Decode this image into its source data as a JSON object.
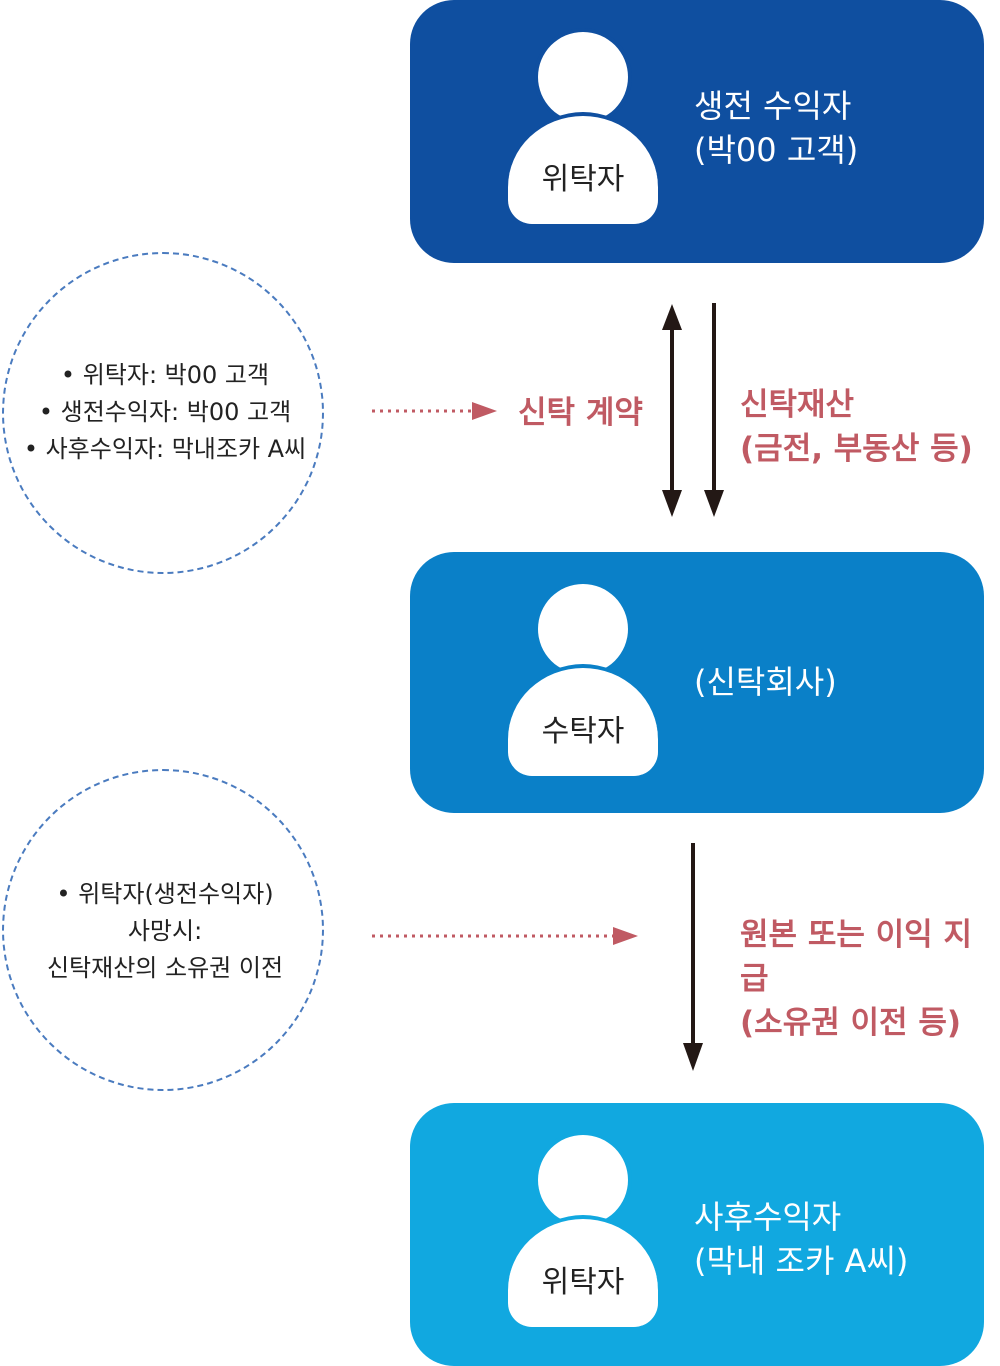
{
  "colors": {
    "card_dark": "#0f4fa0",
    "card_mid": "#0a80c8",
    "card_light": "#11a8e0",
    "accent_text": "#c05a63",
    "arrow": "#231815",
    "dashed": "#4a7bbf"
  },
  "cards": [
    {
      "role": "위탁자",
      "label": "생전 수익자\n(박00 고객)"
    },
    {
      "role": "수탁자",
      "label": "(신탁회사)"
    },
    {
      "role": "위탁자",
      "label": "사후수익자\n(막내 조카 A씨)"
    }
  ],
  "notes": [
    {
      "text": "• 위탁자: 박00 고객\n• 생전수익자: 박00 고객\n• 사후수익자: 막내조카 A씨"
    },
    {
      "text": "• 위탁자(생전수익자)\n사망시:\n신탁재산의 소유권 이전"
    }
  ],
  "flows": {
    "contract": "신탁 계약",
    "property": "신탁재산\n(금전, 부동산 등)",
    "payment": "원본 또는 이익 지급\n(소유권 이전 등)"
  }
}
